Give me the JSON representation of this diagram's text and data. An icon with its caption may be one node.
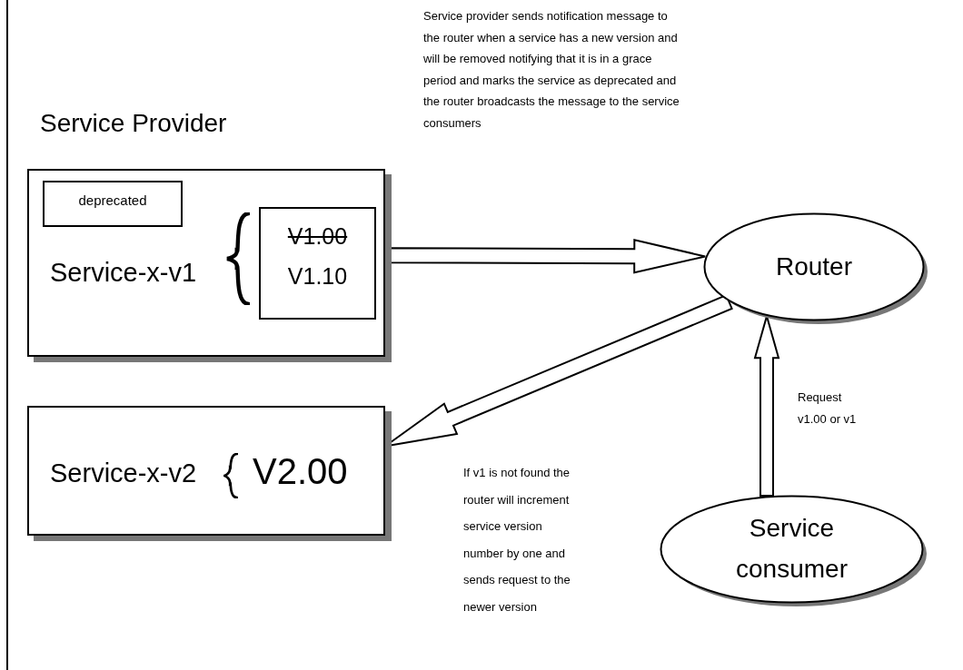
{
  "diagram": {
    "nodes": [
      {
        "text": [
          "Service Provider",
          "Service-x-v1"
        ]
      },
      {
        "text": [
          "deprecated"
        ],
        "in": 0
      },
      {
        "text": [
          "V1.00",
          "V1.10"
        ],
        "in": 0
      },
      {
        "text": [
          "Service-x-v2",
          "V2.00"
        ]
      },
      {
        "text": [
          "Router"
        ]
      },
      {
        "text": [
          "Service consumer"
        ]
      }
    ],
    "edges": [
      {
        "from": 0,
        "to": 4,
        "arrow": "to"
      },
      {
        "from": 4,
        "to": 3,
        "arrow": "to"
      },
      {
        "from": 5,
        "to": 4,
        "arrow": "to"
      }
    ],
    "labels": [
      "Service provider sends notification message to the router when a service has a new version and will be removed notifying that it is in a grace period and marks the service as deprecated and the router broadcasts the message to the service consumers",
      "Request v1.00 or v1",
      "If v1 is not found the router will increment service version number by one and sends request to the newer version"
    ]
  }
}
